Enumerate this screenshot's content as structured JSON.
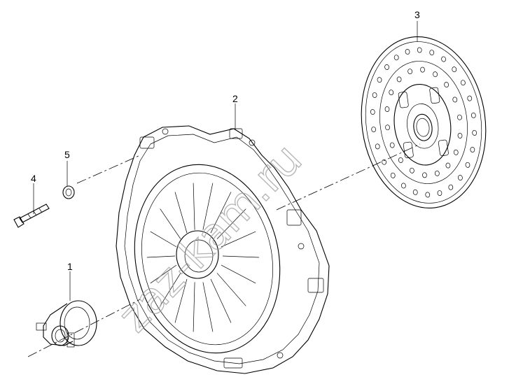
{
  "callouts": {
    "part1": "1",
    "part2": "2",
    "part3": "3",
    "part4": "4",
    "part5": "5"
  },
  "watermark": "zaz-kam.ru"
}
